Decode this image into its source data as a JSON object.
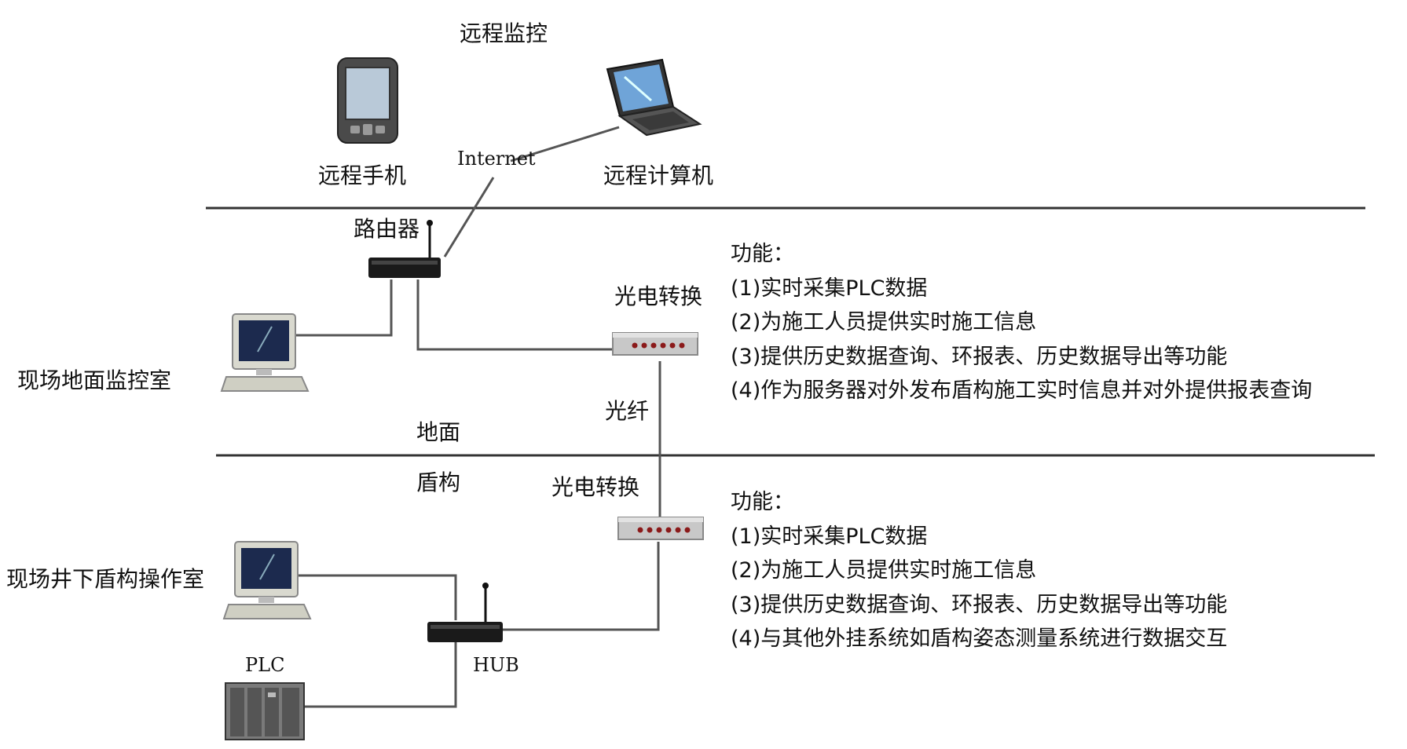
{
  "top": {
    "title": "远程监控",
    "internet": "Internet",
    "phone_label": "远程手机",
    "laptop_label": "远程计算机"
  },
  "ground": {
    "router_label": "路由器",
    "converter_label": "光电转换",
    "room_label": "现场地面监控室",
    "fiber_label": "光纤",
    "layer_label": "地面",
    "functions_title": "功能：",
    "functions": [
      "(1)实时采集PLC数据",
      "(2)为施工人员提供实时施工信息",
      "(3)提供历史数据查询、环报表、历史数据导出等功能",
      "(4)作为服务器对外发布盾构施工实时信息并对外提供报表查询"
    ]
  },
  "shield": {
    "layer_label": "盾构",
    "converter_label": "光电转换",
    "room_label": "现场井下盾构操作室",
    "plc_label": "PLC",
    "hub_label": "HUB",
    "functions_title": "功能：",
    "functions": [
      "(1)实时采集PLC数据",
      "(2)为施工人员提供实时施工信息",
      "(3)提供历史数据查询、环报表、历史数据导出等功能",
      "(4)与其他外挂系统如盾构姿态测量系统进行数据交互"
    ]
  },
  "colors": {
    "line": "#555555",
    "divider": "#333333",
    "device_dark": "#1a1a1a",
    "converter_body": "#c8c8c8",
    "converter_led": "#8b1a1a",
    "screen": "#1c2a4e",
    "monitor_body": "#d9d9cf"
  }
}
